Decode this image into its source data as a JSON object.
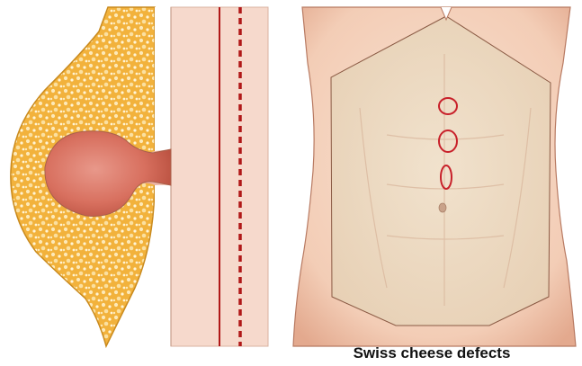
{
  "caption": "Swiss cheese defects",
  "colors": {
    "fat": "#f2b23c",
    "fat_dark": "#c98a1e",
    "skin": "#f7d8c4",
    "skin_outline": "#a9614b",
    "hernia_sac": "#dc7a6a",
    "fascia": "#f6d9cc",
    "line_red": "#b01818",
    "mesh": "#e4d4b8",
    "defect": "#c8202a"
  },
  "panels": [
    {
      "name": "cross-section",
      "elements": [
        "subcutaneous-fat",
        "hernia-sac",
        "fascia-layer",
        "linea-alba-line",
        "dashed-line"
      ]
    },
    {
      "name": "abdomen-front",
      "elements": [
        "torso",
        "mesh-overlay",
        "defect-upper",
        "defect-middle",
        "defect-lower",
        "navel"
      ]
    }
  ]
}
